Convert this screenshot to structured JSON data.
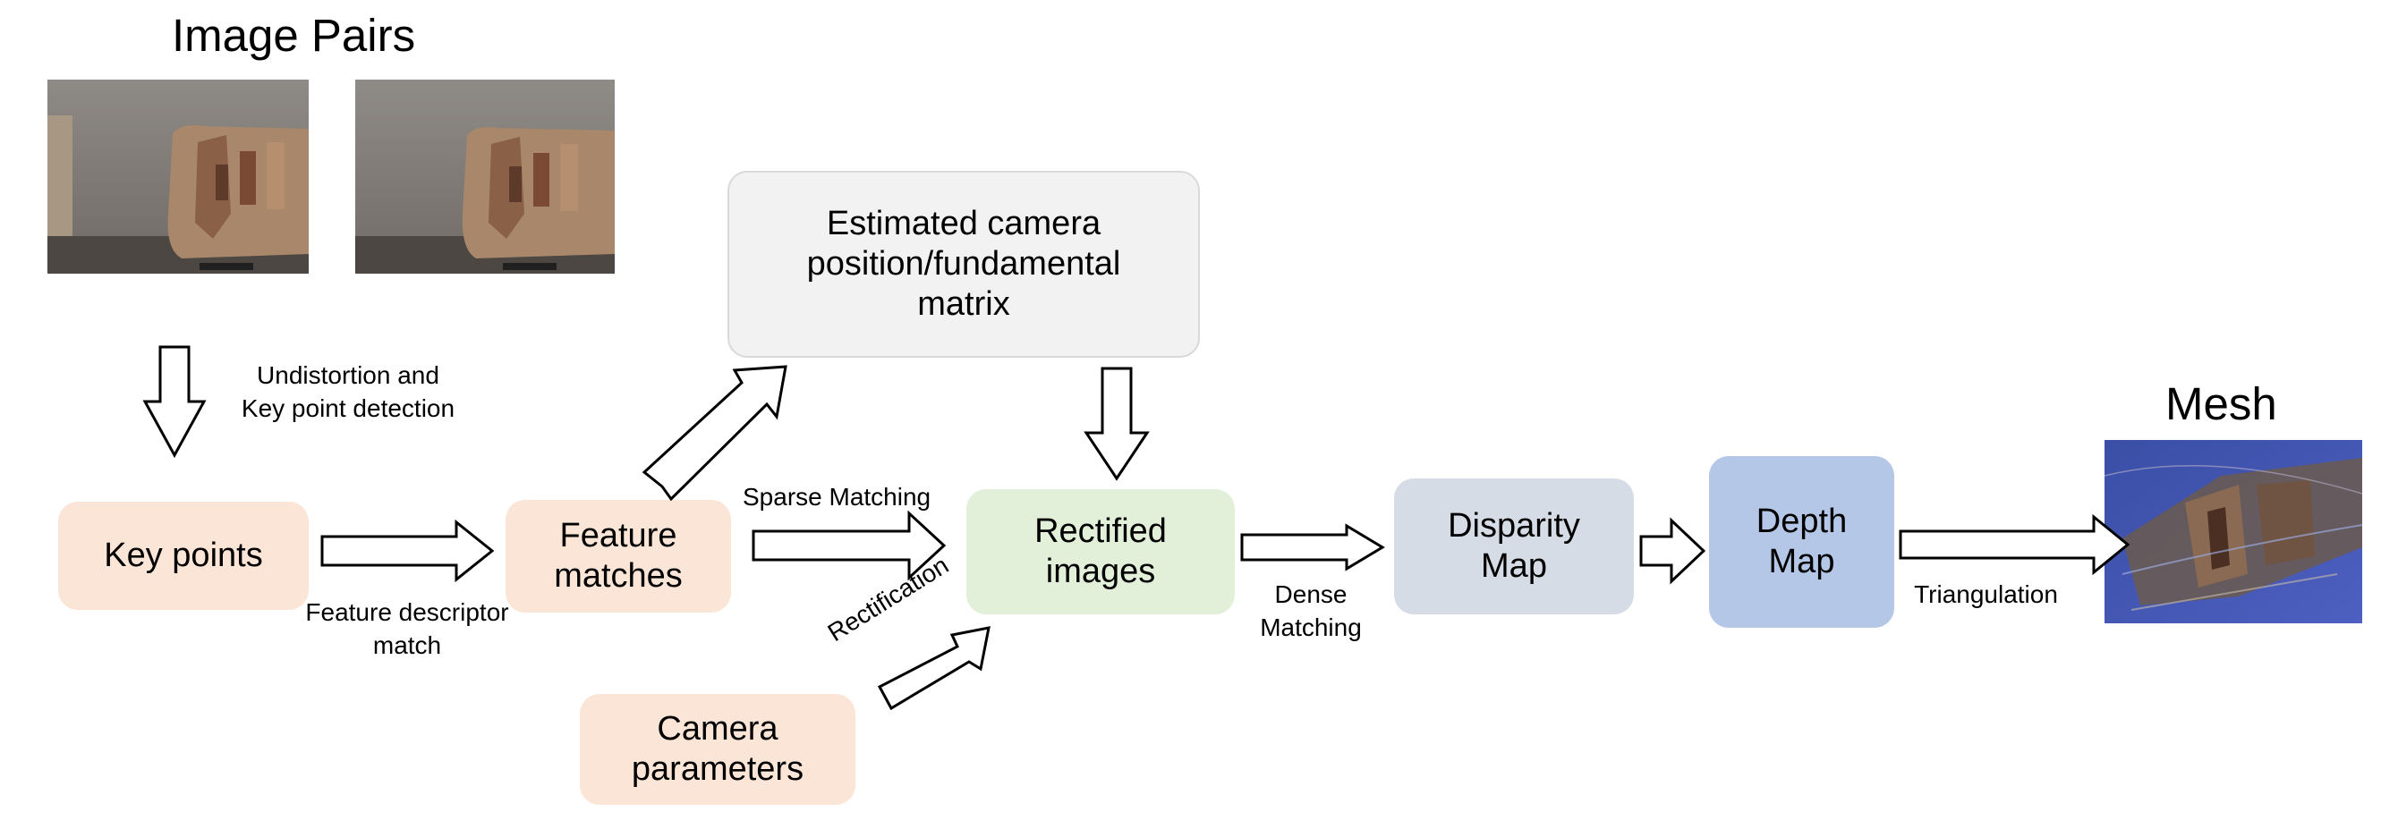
{
  "image_pairs": {
    "title": "Image Pairs"
  },
  "mesh": {
    "title": "Mesh"
  },
  "nodes": {
    "key_points": "Key points",
    "feature_matches": "Feature\nmatches",
    "camera_position": "Estimated camera\nposition/fundamental\nmatrix",
    "rectified_images": "Rectified\nimages",
    "camera_parameters": "Camera\nparameters",
    "disparity_map": "Disparity\nMap",
    "depth_map": "Depth\nMap"
  },
  "edges": {
    "undistortion": "Undistortion and\nKey point detection",
    "descriptor_match": "Feature descriptor\nmatch",
    "sparse_matching": "Sparse Matching",
    "rectification": "Rectification",
    "dense_matching": "Dense\nMatching",
    "triangulation": "Triangulation"
  },
  "colors": {
    "peach": "#fbe5d6",
    "light_gray": "#f2f2f2",
    "light_green": "#e2f0d9",
    "blue_gray": "#d6dce5",
    "blue": "#b4c7e7"
  }
}
